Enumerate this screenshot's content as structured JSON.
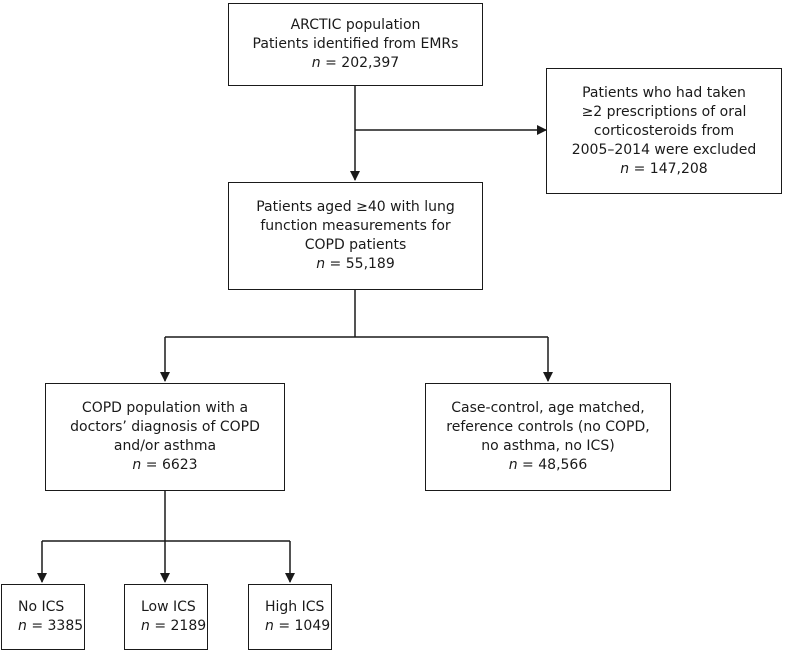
{
  "nodes": {
    "arctic": {
      "lines": [
        "ARCTIC population",
        "Patients identified from EMRs"
      ],
      "n": "202,397"
    },
    "excluded": {
      "lines": [
        "Patients who had taken",
        "≥2 prescriptions of oral",
        "corticosteroids from",
        "2005–2014 were excluded"
      ],
      "n": "147,208"
    },
    "aged40": {
      "lines": [
        "Patients aged ≥40 with lung",
        "function measurements for",
        "COPD patients"
      ],
      "n": "55,189"
    },
    "copd": {
      "lines": [
        "COPD population with a",
        "doctors’ diagnosis of COPD",
        "and/or asthma"
      ],
      "n": "6623"
    },
    "controls": {
      "lines": [
        "Case-control, age matched,",
        "reference controls (no COPD,",
        "no asthma, no ICS)"
      ],
      "n": "48,566"
    },
    "no_ics": {
      "lines": [
        "No ICS"
      ],
      "n": "3385"
    },
    "low_ics": {
      "lines": [
        "Low ICS"
      ],
      "n": "2189"
    },
    "high_ics": {
      "lines": [
        "High ICS"
      ],
      "n": "1049"
    }
  },
  "n_prefix": "n",
  "n_sep": " = "
}
